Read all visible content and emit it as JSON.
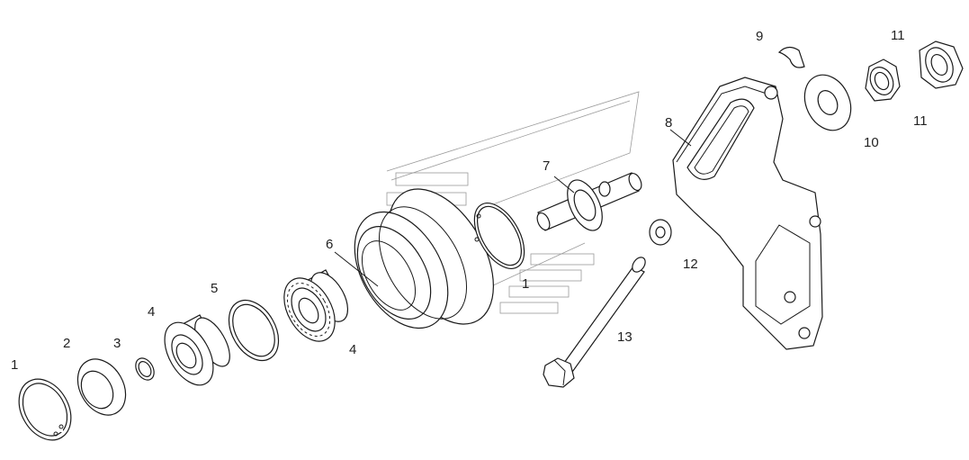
{
  "labels": [
    {
      "id": "l1a",
      "text": "1"
    },
    {
      "id": "l2",
      "text": "2"
    },
    {
      "id": "l3",
      "text": "3"
    },
    {
      "id": "l4a",
      "text": "4"
    },
    {
      "id": "l5",
      "text": "5"
    },
    {
      "id": "l6",
      "text": "6"
    },
    {
      "id": "l4b",
      "text": "4"
    },
    {
      "id": "l1b",
      "text": "1"
    },
    {
      "id": "l7",
      "text": "7"
    },
    {
      "id": "l8",
      "text": "8"
    },
    {
      "id": "l9",
      "text": "9"
    },
    {
      "id": "l10",
      "text": "10"
    },
    {
      "id": "l11a",
      "text": "11"
    },
    {
      "id": "l11b",
      "text": "11"
    },
    {
      "id": "l12",
      "text": "12"
    },
    {
      "id": "l13",
      "text": "13"
    }
  ]
}
